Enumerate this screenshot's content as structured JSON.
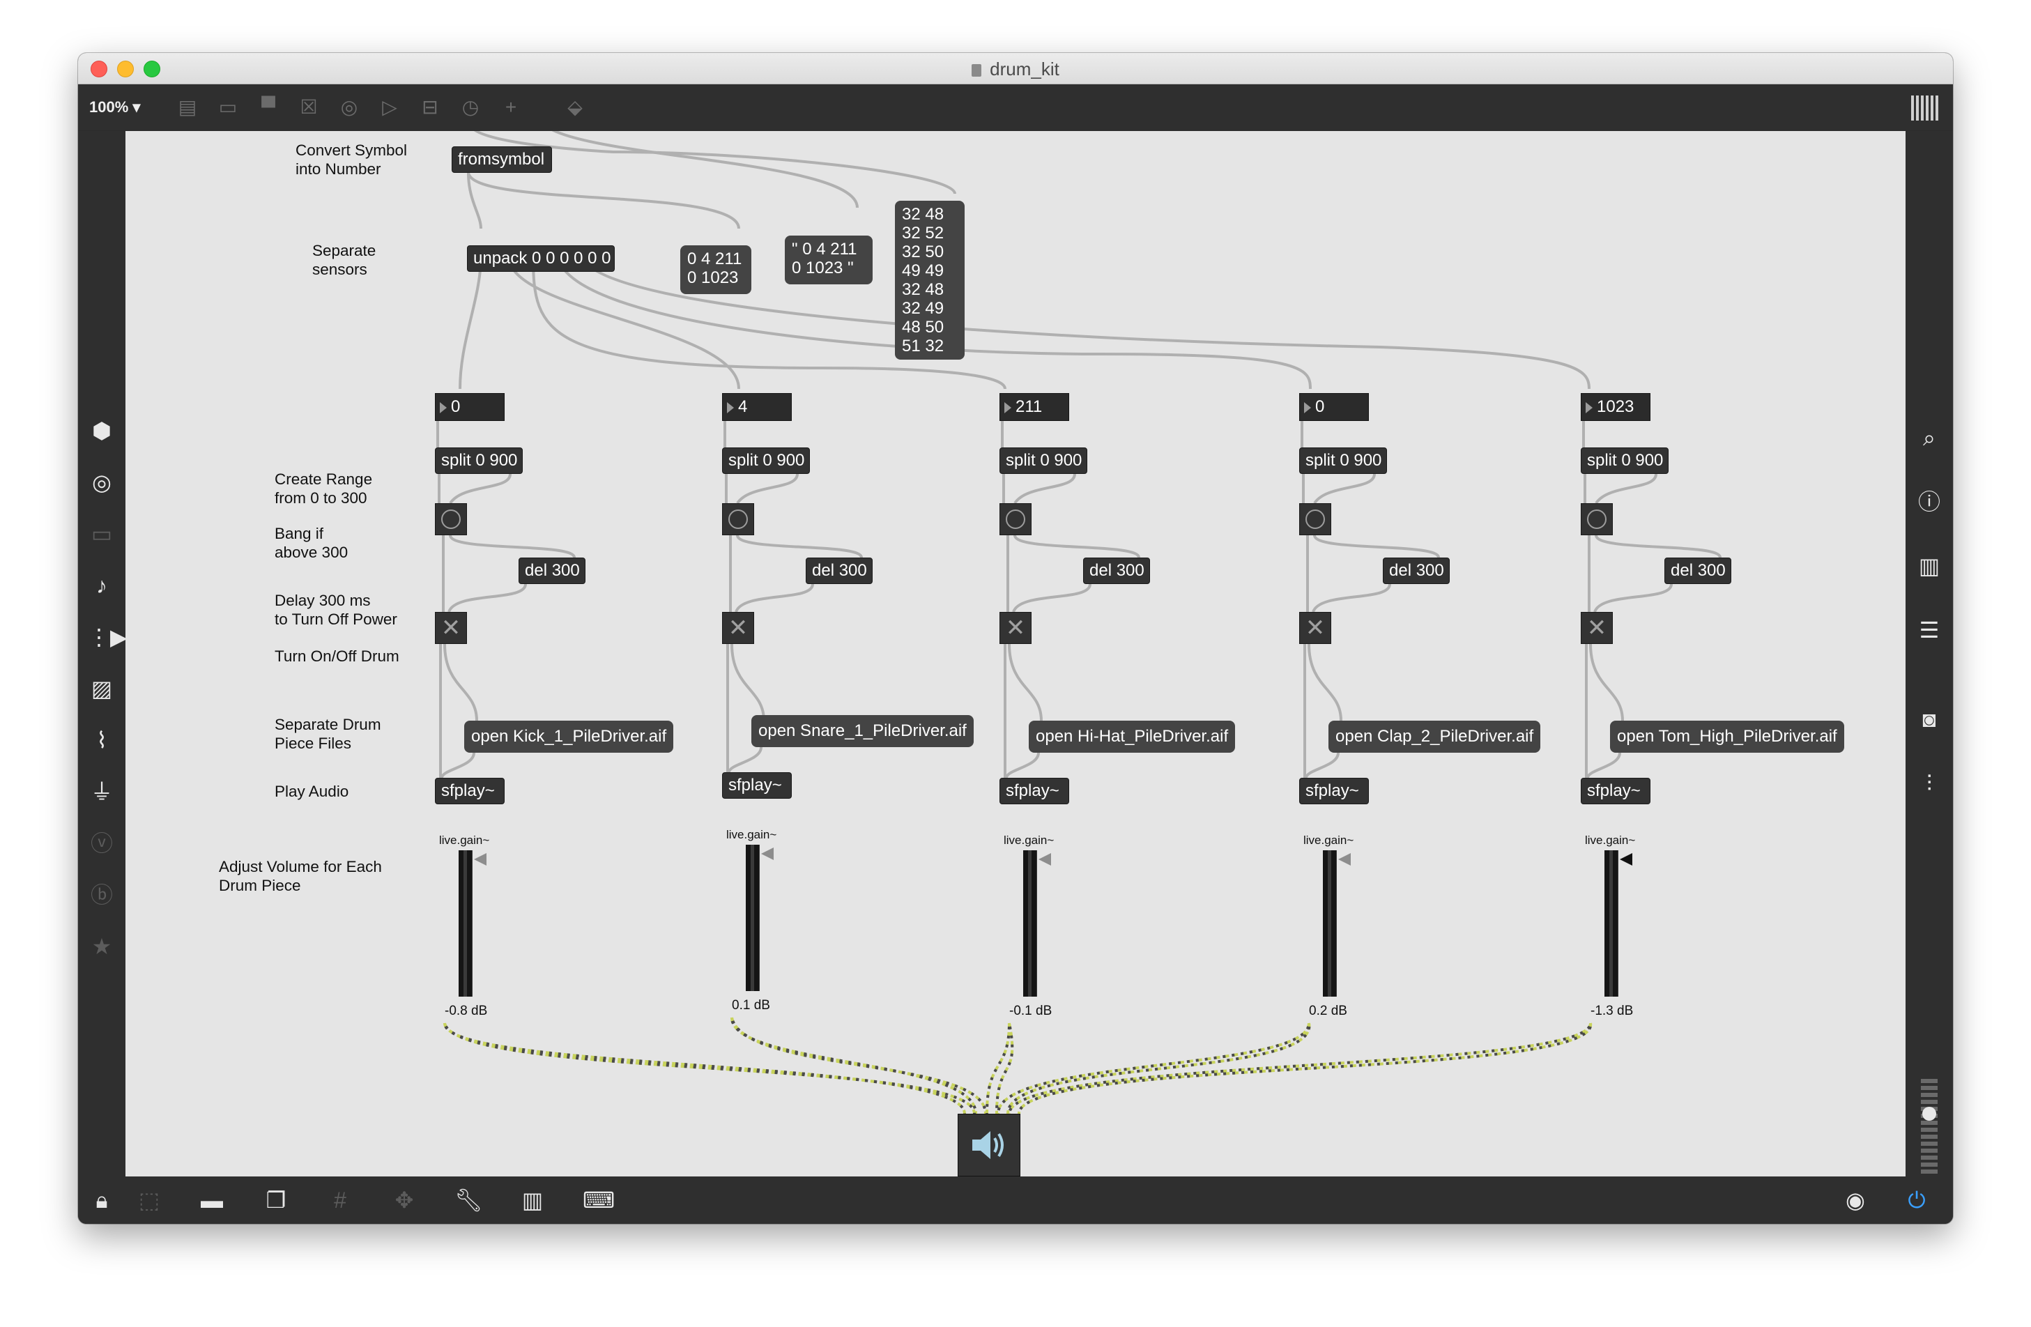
{
  "window": {
    "title": "drum_kit",
    "zoom": "100% ▾"
  },
  "toolbar": {
    "icons": [
      "object-box-icon",
      "message-box-icon",
      "comment-icon",
      "toggle-icon",
      "button-icon",
      "playbar-icon",
      "slider-icon",
      "dial-icon",
      "plus-icon",
      "paint-bucket-icon",
      "grid-icon"
    ]
  },
  "left_sidebar": {
    "icons": [
      "package-icon",
      "target-icon",
      "film-icon",
      "music-note-icon",
      "video-icon",
      "image-icon",
      "paperclip-icon",
      "plug-icon",
      "vizzie-icon",
      "beap-icon",
      "star-icon"
    ]
  },
  "right_sidebar": {
    "icons": [
      "search-icon",
      "info-icon",
      "book-icon",
      "list-icon",
      "camera-icon",
      "mixer-icon"
    ]
  },
  "bottom_bar": {
    "icons": [
      "lock-icon",
      "presentation-icon",
      "chat-icon",
      "windows-icon",
      "grid-toggle-icon",
      "plus-cursor-icon",
      "wrench-icon",
      "piano-icon",
      "keyboard-icon",
      "play-circle-icon",
      "power-icon"
    ]
  },
  "comments": {
    "convert": "Convert Symbol\ninto Number",
    "separate": "Separate\nsensors",
    "range": "Create Range\nfrom 0 to 300",
    "bang": "Bang if\nabove 300",
    "delay": "Delay 300 ms\nto Turn Off Power",
    "toggle": "Turn On/Off Drum",
    "files": "Separate Drum\nPiece Files",
    "play": "Play Audio",
    "volume": "Adjust Volume for Each\nDrum Piece"
  },
  "objects": {
    "fromsymbol": "fromsymbol",
    "unpack": "unpack 0 0 0 0 0 0"
  },
  "messages": {
    "msg1": "0 4 211\n0 1023",
    "msg2": "\" 0 4 211\n0 1023 \"",
    "msg3": "32 48\n32 52\n32 50\n49 49\n32 48\n32 49\n48 50\n51 32"
  },
  "channels": [
    {
      "number": "0",
      "split": "split 0 900",
      "del": "del 300",
      "open": "open Kick_1_PileDriver.aif",
      "sfplay": "sfplay~",
      "gain_label": "live.gain~",
      "gain_value": "-0.8 dB"
    },
    {
      "number": "4",
      "split": "split 0 900",
      "del": "del 300",
      "open": "open Snare_1_PileDriver.aif",
      "sfplay": "sfplay~",
      "gain_label": "live.gain~",
      "gain_value": "0.1 dB"
    },
    {
      "number": "211",
      "split": "split 0 900",
      "del": "del 300",
      "open": "open Hi-Hat_PileDriver.aif",
      "sfplay": "sfplay~",
      "gain_label": "live.gain~",
      "gain_value": "-0.1 dB"
    },
    {
      "number": "0",
      "split": "split 0 900",
      "del": "del 300",
      "open": "open Clap_2_PileDriver.aif",
      "sfplay": "sfplay~",
      "gain_label": "live.gain~",
      "gain_value": "0.2 dB"
    },
    {
      "number": "1023",
      "split": "split 0 900",
      "del": "del 300",
      "open": "open Tom_High_PileDriver.aif",
      "sfplay": "sfplay~",
      "gain_label": "live.gain~",
      "gain_value": "-1.3 dB"
    }
  ],
  "dac": {
    "icon": "speaker-icon"
  },
  "colors": {
    "canvas": "#e5e5e5",
    "object": "#333333",
    "patchcord": "#b8b8b8",
    "signal_cord": "#c8d35c"
  }
}
